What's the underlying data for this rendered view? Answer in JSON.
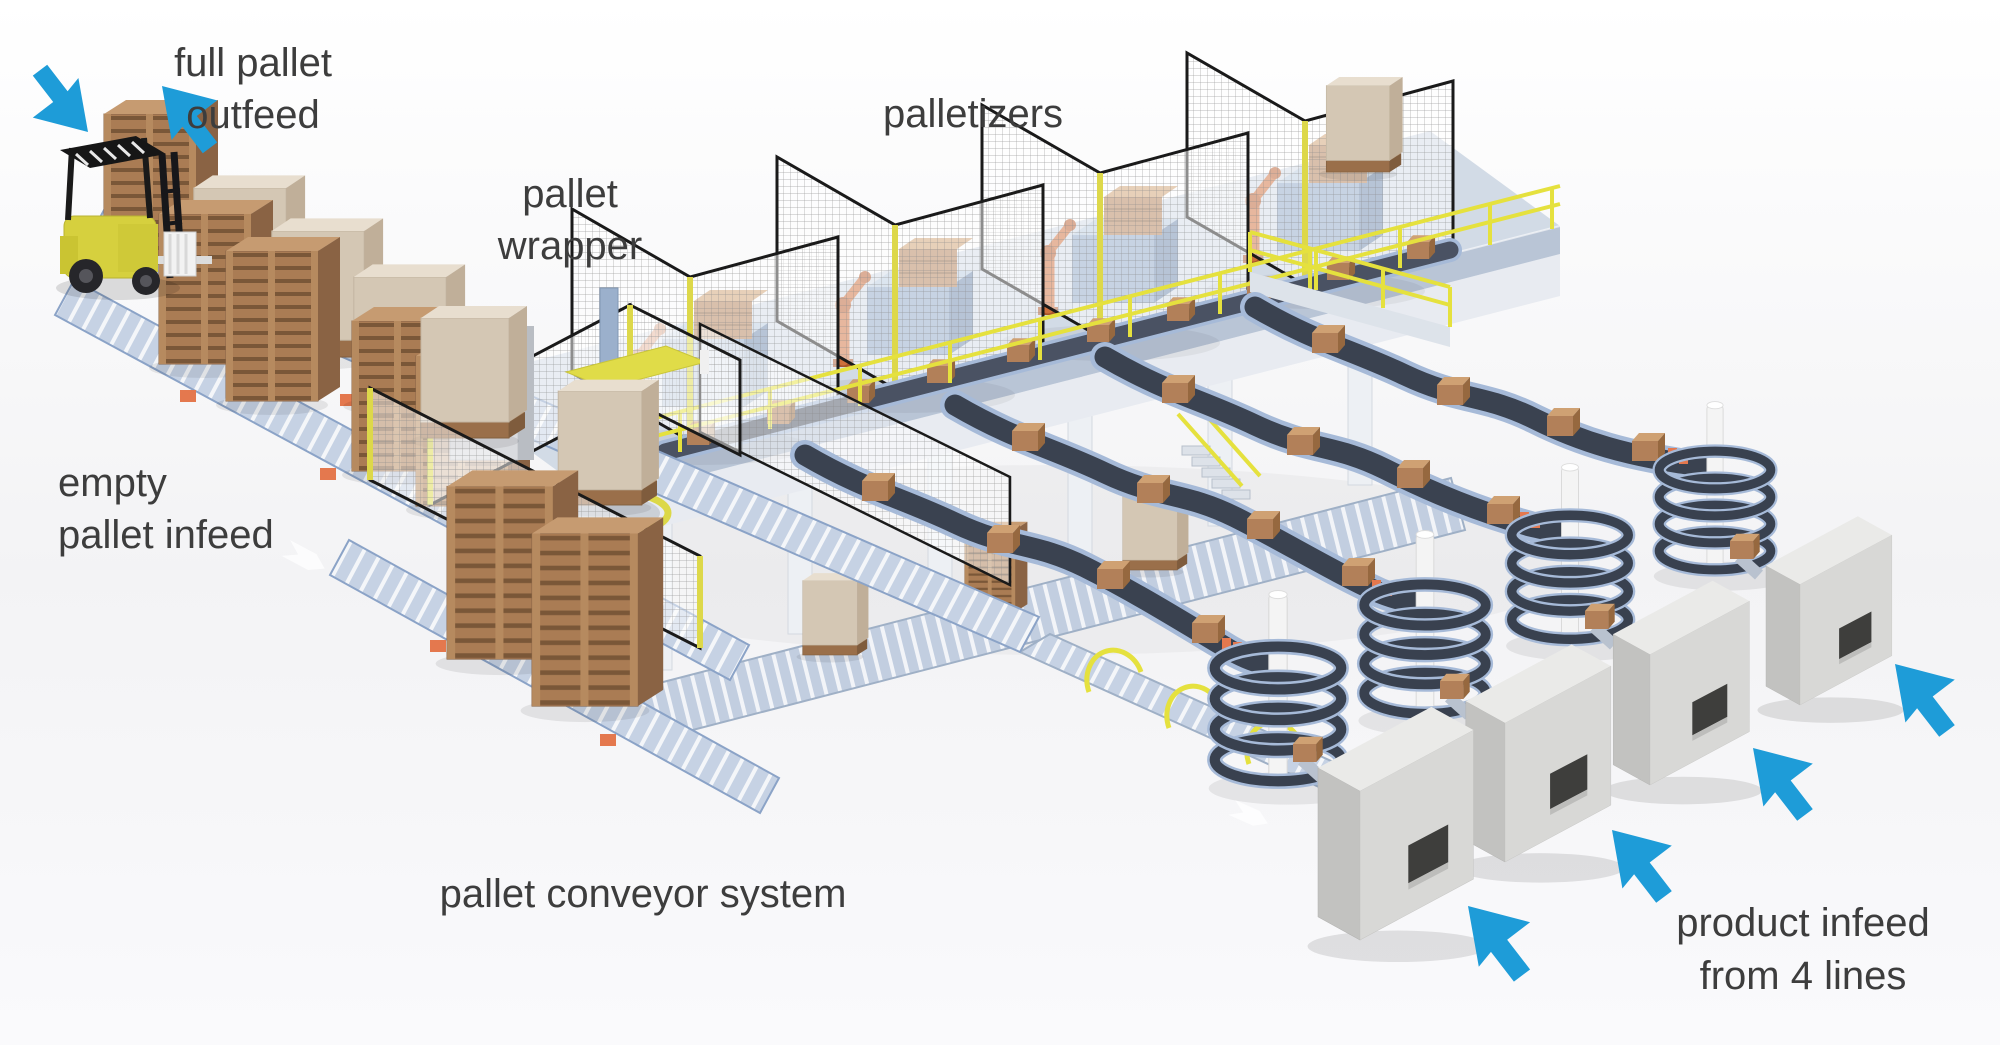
{
  "diagram": {
    "kind": "isometric palletizing system illustration",
    "labels": {
      "full_pallet_outfeed": {
        "line1": "full pallet",
        "line2": "outfeed"
      },
      "pallet_wrapper": {
        "line1": "pallet",
        "line2": "wrapper"
      },
      "palletizers": {
        "line1": "palletizers"
      },
      "empty_pallet_infeed": {
        "line1": "empty",
        "line2": "pallet infeed"
      },
      "pallet_conveyor_system": {
        "line1": "pallet conveyor system"
      },
      "product_infeed": {
        "line1": "product infeed",
        "line2": "from 4 lines"
      }
    },
    "counts": {
      "palletizer_cells": 4,
      "product_infeed_lines": 4,
      "spiral_conveyors": 4,
      "product_infeed_arrows": 4,
      "full_pallet_outfeed_arrows": 2
    },
    "colors": {
      "arrow_blue": "#1E9CD8",
      "label_text": "#3D3D3D",
      "safety_yellow": "#E5E13E",
      "fence_black": "#1A1A1A",
      "robot_orange": "#CE6F3C",
      "motor_orange": "#E4784E",
      "belt_dark": "#3A4250",
      "conveyor_steel_blue": "#A6BAD8",
      "pallet_brown": "#AA7C54",
      "carton_beige": "#D4C7B4",
      "machine_gray": "#D6D6D4",
      "deck_gray_blue": "#D2DBE6",
      "machine_blue": "#8EA6C6",
      "forklift_yellow": "#D6D03E"
    }
  }
}
